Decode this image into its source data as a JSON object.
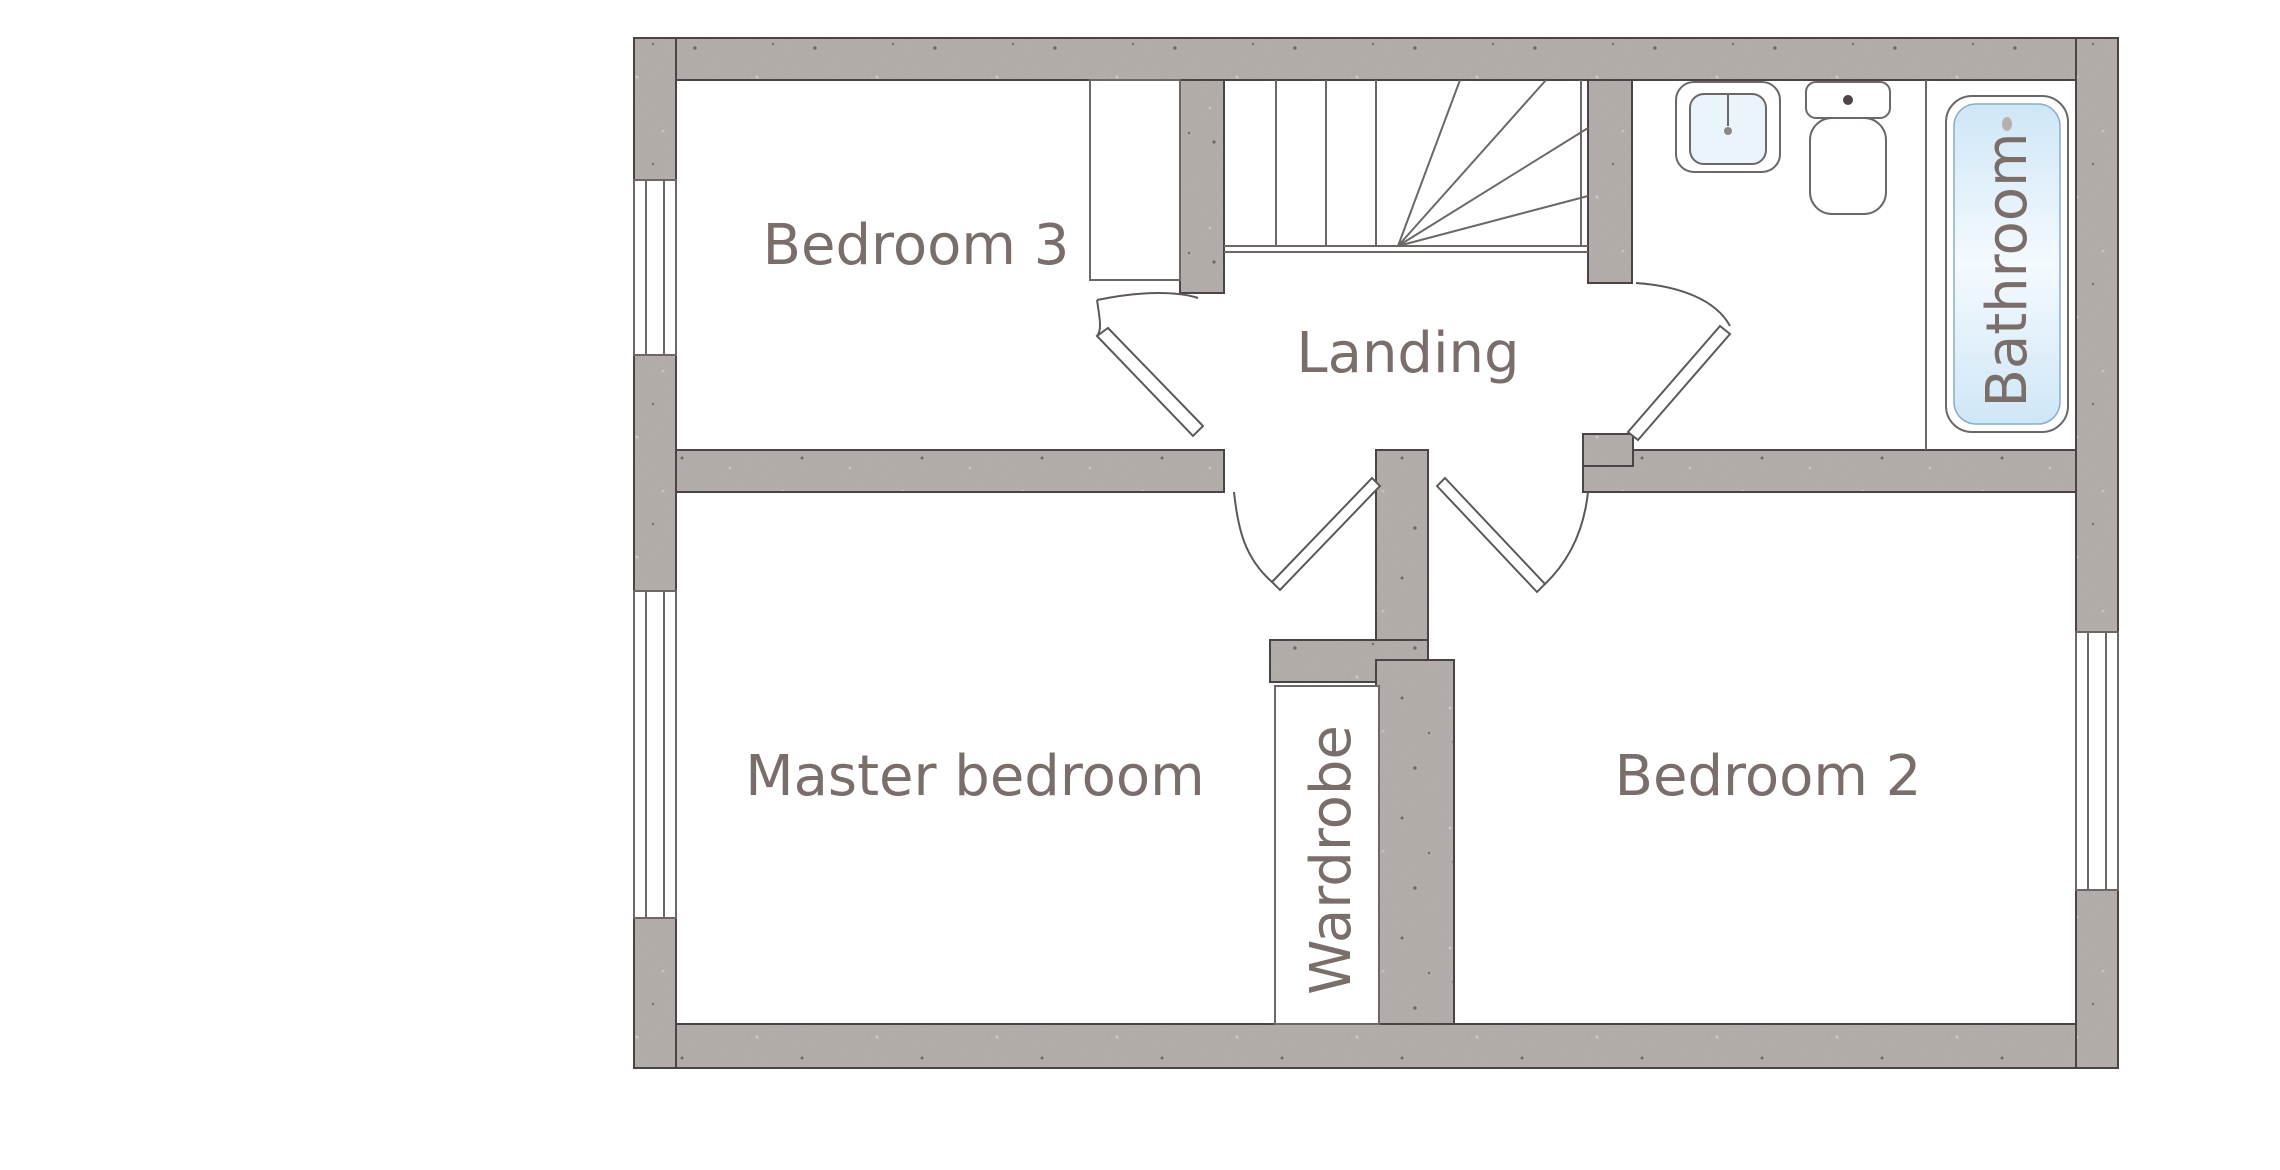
{
  "plan": {
    "rooms": {
      "bedroom3": "Bedroom 3",
      "landing": "Landing",
      "bathroom": "Bathroom",
      "master": "Master bedroom",
      "wardrobe": "Wardrobe",
      "bedroom2": "Bedroom 2"
    }
  },
  "colors": {
    "wall": "#aba5a2",
    "label": "#7a6e6a",
    "line": "#6d6766",
    "bath_water": "#e4f2fb"
  }
}
